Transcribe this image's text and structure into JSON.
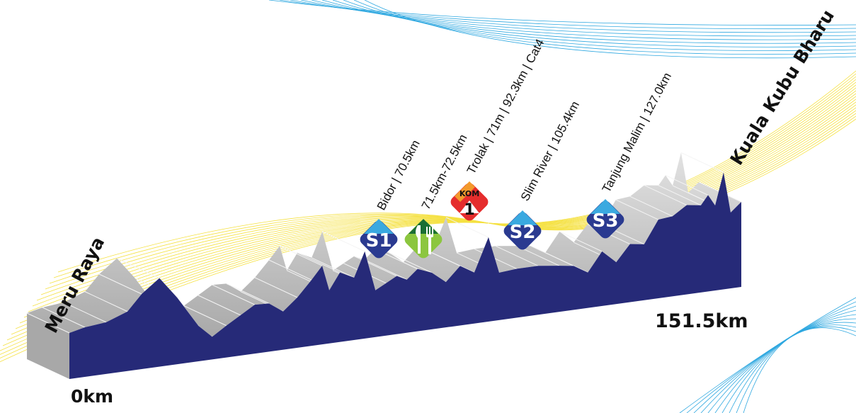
{
  "title": "Stage profile",
  "start": {
    "name": "Meru Raya",
    "distance": "0km"
  },
  "finish": {
    "name": "Kuala Kubu Bharu",
    "distance": "151.5km"
  },
  "markers": [
    {
      "type": "sprint",
      "badge": "S1",
      "label": "Bidor | 70.5km",
      "color": "#2a3a90"
    },
    {
      "type": "feed",
      "badge": "feed-zone-icon",
      "label": "71.5km-72.5km",
      "color": "#2e8b3a"
    },
    {
      "type": "kom",
      "badge_top": "KOM",
      "badge": "1",
      "label": "Trolak | 71m | 92.3km | Cat4",
      "color": "#e52d2d"
    },
    {
      "type": "sprint",
      "badge": "S2",
      "label": "Slim River | 105.4km",
      "color": "#2a3a90"
    },
    {
      "type": "sprint",
      "badge": "S3",
      "label": "Tanjung Malim | 127.0km",
      "color": "#2a3a90"
    }
  ],
  "profile": {
    "fill": "#262a78",
    "km": [
      0,
      3.5,
      8.3,
      13.1,
      16.3,
      20.3,
      24.3,
      29.1,
      32.2,
      35.4,
      38.6,
      41.8,
      45.0,
      48.2,
      51.4,
      54.6,
      57.0,
      58.6,
      61.0,
      64.2,
      66.6,
      69.0,
      71.4,
      73.8,
      76.1,
      78.5,
      81.7,
      84.9,
      88.1,
      91.3,
      94.5,
      96.9,
      100.9,
      105.7,
      110.5,
      113.7,
      116.9,
      120.1,
      123.3,
      126.4,
      129.6,
      132.8,
      136.0,
      139.2,
      142.4,
      144.0,
      145.6,
      147.5,
      149.1,
      151.5
    ],
    "relative_elevation": [
      65,
      70,
      73,
      84,
      106,
      125,
      94,
      50,
      32,
      45,
      57,
      69,
      68,
      54,
      71,
      93,
      111,
      75,
      98,
      88,
      123,
      66,
      74,
      82,
      75,
      88,
      80,
      64,
      84,
      72,
      119,
      67,
      69,
      69,
      65,
      62,
      50,
      77,
      59,
      82,
      79,
      111,
      113,
      126,
      123,
      136,
      120,
      165,
      107,
      120
    ]
  }
}
